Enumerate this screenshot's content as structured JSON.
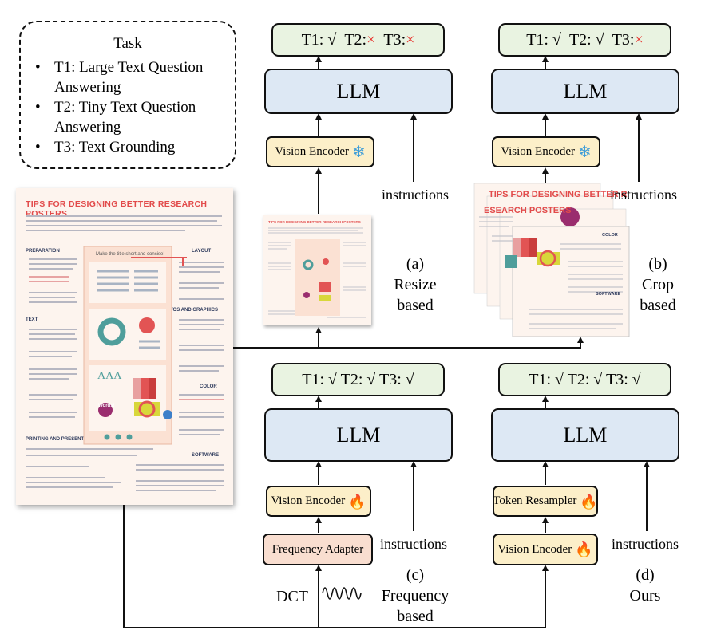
{
  "task_box": {
    "title": "Task",
    "items": [
      "T1: Large Text Question Answering",
      "T2: Tiny Text Question Answering",
      "T3: Text Grounding"
    ]
  },
  "panels": {
    "a": {
      "result_t1": "T1: √",
      "result_t2": "T2:",
      "result_t2_mark": "×",
      "result_t3": "T3:",
      "result_t3_mark": "×",
      "llm": "LLM",
      "encoder": "Vision Encoder",
      "encoder_icon": "snowflake-icon",
      "instructions": "instructions",
      "label_line1": "(a)",
      "label_line2": "Resize",
      "label_line3": "based"
    },
    "b": {
      "result_t1": "T1: √",
      "result_t2": "T2: √",
      "result_t3": "T3:",
      "result_t3_mark": "×",
      "llm": "LLM",
      "encoder": "Vision Encoder",
      "encoder_icon": "snowflake-icon",
      "instructions": "instructions",
      "label_line1": "(b)",
      "label_line2": "Crop",
      "label_line3": "based"
    },
    "c": {
      "result": "T1: √  T2: √  T3: √",
      "llm": "LLM",
      "encoder": "Vision Encoder",
      "encoder_icon": "fire-icon",
      "adapter": "Frequency Adapter",
      "instructions": "instructions",
      "dct": "DCT",
      "label_line1": "(c)",
      "label_line2": "Frequency",
      "label_line3": "based"
    },
    "d": {
      "result": "T1: √  T2: √  T3: √",
      "llm": "LLM",
      "resampler": "Token Resampler",
      "resampler_icon": "fire-icon",
      "encoder": "Vision Encoder",
      "encoder_icon": "fire-icon",
      "instructions": "instructions",
      "label_line1": "(d)",
      "label_line2": "Ours"
    }
  },
  "poster": {
    "title": "TIPS FOR DESIGNING BETTER RESEARCH POSTERS",
    "sections_left": [
      "PREPARATION",
      "TEXT",
      "PRINTING AND PRESENTING"
    ],
    "sections_right": [
      "LAYOUT",
      "PHOTOS AND GRAPHICS",
      "COLOR",
      "SOFTWARE"
    ],
    "inner_heading": "Make the title short and concise!",
    "badge": "Words!",
    "font_sample": "AAA",
    "crop_title": "TIPS FOR DESIGNING BETTER R",
    "crop_title_2": "ESEARCH POSTERS",
    "crop_label_color": "COLOR",
    "crop_label_software": "SOFTWARE"
  },
  "colors": {
    "result_fill": "#e9f3e1",
    "llm_fill": "#dde8f4",
    "encoder_fill": "#fcefc9",
    "adapter_fill": "#f9ded0",
    "cross": "#e8302a",
    "poster_accent": "#e24b4b"
  }
}
